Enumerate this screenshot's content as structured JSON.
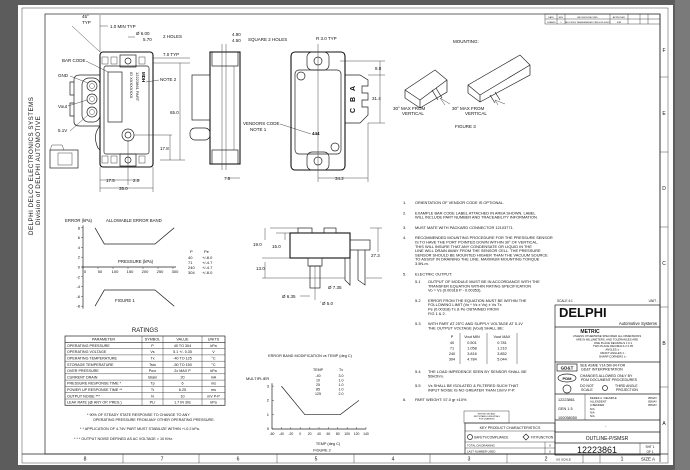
{
  "colors": {
    "frame": "#5c5c5c",
    "paper": "#ffffff",
    "ink": "#111111"
  },
  "side_title": {
    "line1": "DELPHI DELCO ELECTRONICS SYSTEMS",
    "line2": "Division of DELPHI AUTOMOTIVE"
  },
  "revision_block": {
    "headers": [
      "DATE",
      "REV",
      "REVISION RECORD",
      "APPROVED",
      "",
      "",
      ""
    ],
    "row": [
      "11JAN95",
      "1",
      "RECORDS TRANSFERRED PER ECN-00207",
      "RJB",
      "",
      "",
      ""
    ]
  },
  "zones": {
    "columns": [
      "8",
      "7",
      "6",
      "5",
      "4",
      "3",
      "2",
      "1"
    ],
    "size": "SIZE A",
    "rows": [
      "F",
      "E",
      "D",
      "C",
      "B",
      "A"
    ]
  },
  "front_view": {
    "angle": "45°",
    "angle_typ": "TYP",
    "min_typ": "1.0 MIN TYP",
    "hole_dia_max": "Ø 6.00",
    "hole_dia_min": "5.70",
    "holes": "2 HOLES",
    "typ_7": "7.0 TYP",
    "bar_code": "BAR CODE",
    "gnd": "GND",
    "vout": "Vout",
    "supply": "5.1V",
    "note2": "NOTE 2",
    "height": "65.0",
    "port_height": "17.8",
    "width_half": "17.5",
    "offset": "2.0",
    "width": "35.0",
    "label_lines": [
      "MDH",
      "12223861 PART",
      "ID XXXXXXXX"
    ]
  },
  "side_view": {
    "sq_max": "4.90",
    "sq_min": "4.50",
    "sq_holes": "SQUARE 2 HOLES",
    "depth": "7.5",
    "vendor_code": "VENDORS CODE",
    "note1": "NOTE 1"
  },
  "back_view": {
    "radius": "R 3.0 TYP",
    "d1": "8.8",
    "d2": "31.4",
    "d3": "34.2",
    "pins": [
      "C",
      "B",
      "A"
    ],
    "vendor_mark": "444"
  },
  "mounting": {
    "title": "MOUNTING:",
    "angle_left": "30° MAX FROM",
    "angle_left2": "VERTICAL",
    "angle_right": "30° MAX FROM",
    "angle_right2": "VERTICAL",
    "caption": "FIGURE 3"
  },
  "section_view": {
    "d19": "19.0",
    "d15": "15.0",
    "d13": "13.0",
    "d27": "27.3",
    "dia735": "Ø 7.35",
    "dia635": "Ø 6.35",
    "dia50": "Ø 5.0"
  },
  "chart_data": [
    {
      "type": "line",
      "title": "ALLOWABLE ERROR BAND",
      "ylabel": "ERROR (kPa)",
      "xlabel": "PRESSURE (kPa)",
      "xlim": [
        0,
        300
      ],
      "ylim": [
        -8,
        8
      ],
      "x_ticks": [
        "0",
        "50",
        "100",
        "150",
        "200",
        "250",
        "300"
      ],
      "y_ticks": [
        "8",
        "6",
        "4",
        "2",
        "0",
        "-2",
        "-4",
        "-6",
        "-8"
      ],
      "series": [
        {
          "x": [
            40,
            71,
            240,
            304
          ],
          "y": [
            8.0,
            4.7,
            4.7,
            8.0
          ]
        },
        {
          "x": [
            40,
            71,
            240,
            304
          ],
          "y": [
            -8.0,
            -4.7,
            -4.7,
            -8.0
          ]
        }
      ],
      "table": {
        "headers": [
          "P",
          "Pe"
        ],
        "rows": [
          [
            "40",
            "+/-8.0"
          ],
          [
            "71",
            "+/-4.7"
          ],
          [
            "240",
            "+/-4.7"
          ],
          [
            "304",
            "+/-8.0"
          ]
        ]
      },
      "caption": "FIGURE 1"
    },
    {
      "type": "line",
      "title": "ERROR BAND MODIFICATION vs TEMP (deg C)",
      "ylabel": "MULTIPLIER",
      "xlabel": "TEMP (deg C)",
      "xlim": [
        -60,
        140
      ],
      "ylim": [
        0,
        3
      ],
      "x_ticks": [
        "-60",
        "-40",
        "-20",
        "0",
        "20",
        "40",
        "60",
        "80",
        "100",
        "120",
        "140"
      ],
      "y_ticks": [
        "3",
        "2",
        "1",
        "0"
      ],
      "series": [
        {
          "x": [
            -40,
            10,
            85,
            125
          ],
          "y": [
            3.0,
            1.0,
            1.0,
            2.0
          ]
        }
      ],
      "table": {
        "headers": [
          "TEMP",
          "Tx"
        ],
        "rows": [
          [
            "-40",
            "3.0"
          ],
          [
            "10",
            "1.0"
          ],
          [
            "25",
            "1.0"
          ],
          [
            "85",
            "1.0"
          ],
          [
            "125",
            "2.0"
          ]
        ]
      },
      "caption": "FIGURE 2"
    }
  ],
  "ratings": {
    "title": "RATINGS",
    "headers": [
      "PARAMETER",
      "SYMBOL",
      "VALUE",
      "UNITS"
    ],
    "rows": [
      [
        "OPERATING PRESSURE",
        "P",
        "40 TO 304",
        "kPa"
      ],
      [
        "OPERATING VOLTAGE",
        "Vs",
        "5.1 +/- 0.35",
        "V"
      ],
      [
        "OPERATING TEMPERATURE",
        "Tx",
        "-40 TO 125",
        "°C"
      ],
      [
        "STORAGE TEMPERATURE",
        "Tsto",
        "-50 TO 150",
        "°C"
      ],
      [
        "OVER PRESSURE",
        "Povr",
        "2x MAX P",
        "kPa"
      ],
      [
        "CURRENT DRAIN",
        "Idrain",
        "20",
        "mA"
      ],
      [
        "PRESSURE RESPONSE TIME *",
        "Tp",
        "6",
        "ms"
      ],
      [
        "POWER UP RESPONSE TIME **",
        "Tr",
        "6.25",
        "ms"
      ],
      [
        "OUTPUT NOISE ***",
        "N",
        "10",
        "mV P-P"
      ],
      [
        "LEAK RATE (@ ANY OP. PRES.)",
        "PLr",
        "1.7 IN 30s",
        "kPa"
      ]
    ],
    "footnotes": [
      "* 90% OF STEADY STATE RESPONSE TO CHANGE TO ANY",
      "OPERATING PRESSURE FROM ANY OTHER OPERATING PRESSURE.",
      "* * APPLICATION OF 4.74V PART MUST STABILIZE WITHIN +/-0.2 kPa.",
      "* * * OUTPUT NOISE DEFINED AS AC VOLTAGE > 10 KHz."
    ]
  },
  "notes": [
    {
      "num": "1.",
      "lines": [
        "ORIENTATION OF VENDOR CODE IS OPTIONAL."
      ]
    },
    {
      "num": "2.",
      "lines": [
        "EXAMPLE BAR CODE LABEL ATTACHED IN AREA SHOWN.  LABEL",
        "WILL INCLUDE PART NUMBER AND TRACEABILITY INFORMATION."
      ]
    },
    {
      "num": "3.",
      "lines": [
        "MUST MATE WITH PACKARD CONNECTOR 12103771."
      ]
    },
    {
      "num": "4.",
      "lines": [
        "RECOMMENDED MOUNTING PROCEDURE FOR THE PRESSURE SENSOR",
        "IS TO HAVE THE PORT POINTED DOWN WITHIN 30° OF VERTICAL.",
        "THIS WILL INSURE THAT ANY CONDENSATE OR LIQUID IN THE",
        "LINE WILL DRAIN AWAY FROM THE SENSOR CELL.  THE PRESSURE",
        "SENSOR SHOULD BE MOUNTED HIGHER THAN THE VACUUM SOURCE",
        "TO ASSIST IN DRAINING THE LINE.  MAXIMUM MOUNTING TORQUE",
        "3.5N-m."
      ]
    },
    {
      "num": "5.",
      "lines": [
        "ELECTRIC OUTPUT:"
      ]
    }
  ],
  "subnotes": [
    {
      "num": "5.1",
      "lines": [
        "OUTPUT OF MODULE MUST BE IN ACCORDANCE WITH THE",
        "TRANSFER EQUATION WITHIN RATING SPECIFICATION",
        "Vo = Vs (0.00318 P - 0.00353)."
      ]
    },
    {
      "num": "5.2",
      "lines": [
        "ERROR FROM THE EQUATION MUST BE WITHIN THE",
        "FOLLOWING LIMIT (Vo * Vs x Vs) ± Vs Tx",
        "Pe (0.00318) Tx  & Pe OBTAINED FROM",
        "FIG 1 & 2."
      ]
    },
    {
      "num": "5.3",
      "lines": [
        "WITH PART AT 25°C AND SUPPLY VOLTAGE AT 5.1V",
        "THE OUTPUT VOLTAGE (Vout) SHALL BE:"
      ]
    }
  ],
  "vout_table": {
    "headers": [
      "P",
      "Vout MIN",
      "Vout MAX"
    ],
    "rows": [
      [
        "40",
        "0.501",
        "0.781"
      ],
      [
        "71",
        "1.058",
        "1.210"
      ],
      [
        "240",
        "3.816",
        "3.852"
      ],
      [
        "304",
        "4.784",
        "5.044"
      ]
    ]
  },
  "subnotes2": [
    {
      "num": "5.4",
      "lines": [
        "THE LOAD IMPEDENCE SEEN BY SENSOR SHALL BE",
        "50kOhm."
      ]
    },
    {
      "num": "5.5",
      "lines": [
        "Vs SHALL BE ISOLATED & FILTERED SUCH THAT",
        "INPUT NOISE IS NO GREATER THAN 10mV P-P."
      ]
    },
    {
      "num": "6.",
      "lines": [
        "PART WEIGHT:  57.0 gr ±10%"
      ]
    }
  ],
  "title_block": {
    "scale": "SCALE 4:1",
    "unit": "UNIT -",
    "company": "DELPHI",
    "division": "Automotive Systems",
    "metric": "METRIC",
    "tolerance_lines": [
      "UNLESS OTHERWISE SPECIFIED ALL DIMENSIONS",
      "ARE IN MILLIMETERS, AND TOLERANCES ARE",
      "ONE PLACE DECIMALS ± 0.1",
      "TWO PLACE DECIMALS ± 0.05",
      "ANGLES ± -",
      "DRAFT ANGLES ± -",
      "SHARP CORNERS ± -"
    ],
    "gdt": "GD&T",
    "gdt_text": "SEE ASME Y14.5M-94 FOR GD&T INTERPRETATION",
    "pdm": "PDM",
    "pdm_text": "CHANGES ALLOWED ONLY BY PDM DOCUMENT PROCEDURES",
    "do_not_scale": "DO NOT SCALE",
    "projection": "THIRD ANGLE PROJECTION",
    "part_no_small": "12223861",
    "rev": "GEN 1.5",
    "drawing_no": "100058050",
    "signers": [
      "DEREK A. DELMPLE",
      "ALLENDENT",
      "A.BENDER",
      "N/A",
      "N/A",
      "N/A"
    ],
    "dates": [
      "05MAY",
      "05MAY",
      "05MAY"
    ],
    "material": "-",
    "title": "OUTLINE-P/SMSR",
    "part_number": "12223861",
    "sheet": "SHT 1",
    "of": "OF 1",
    "restricted": "RESTRICTED AND REPORTABLE ESSENTIALS FOR DRAWINGS",
    "kpc_title": "KEY PRODUCT CHARACTERISTICS",
    "kpc_safety": "SAFETY/COMPLIANCE",
    "kpc_fit": "FIT/FUNCTION",
    "total_label": "TOTAL ON DRAWING",
    "total_value": "0",
    "last_label": "LAST NUMBER USED",
    "last_value": "0",
    "us_scale": "US SCALE"
  }
}
